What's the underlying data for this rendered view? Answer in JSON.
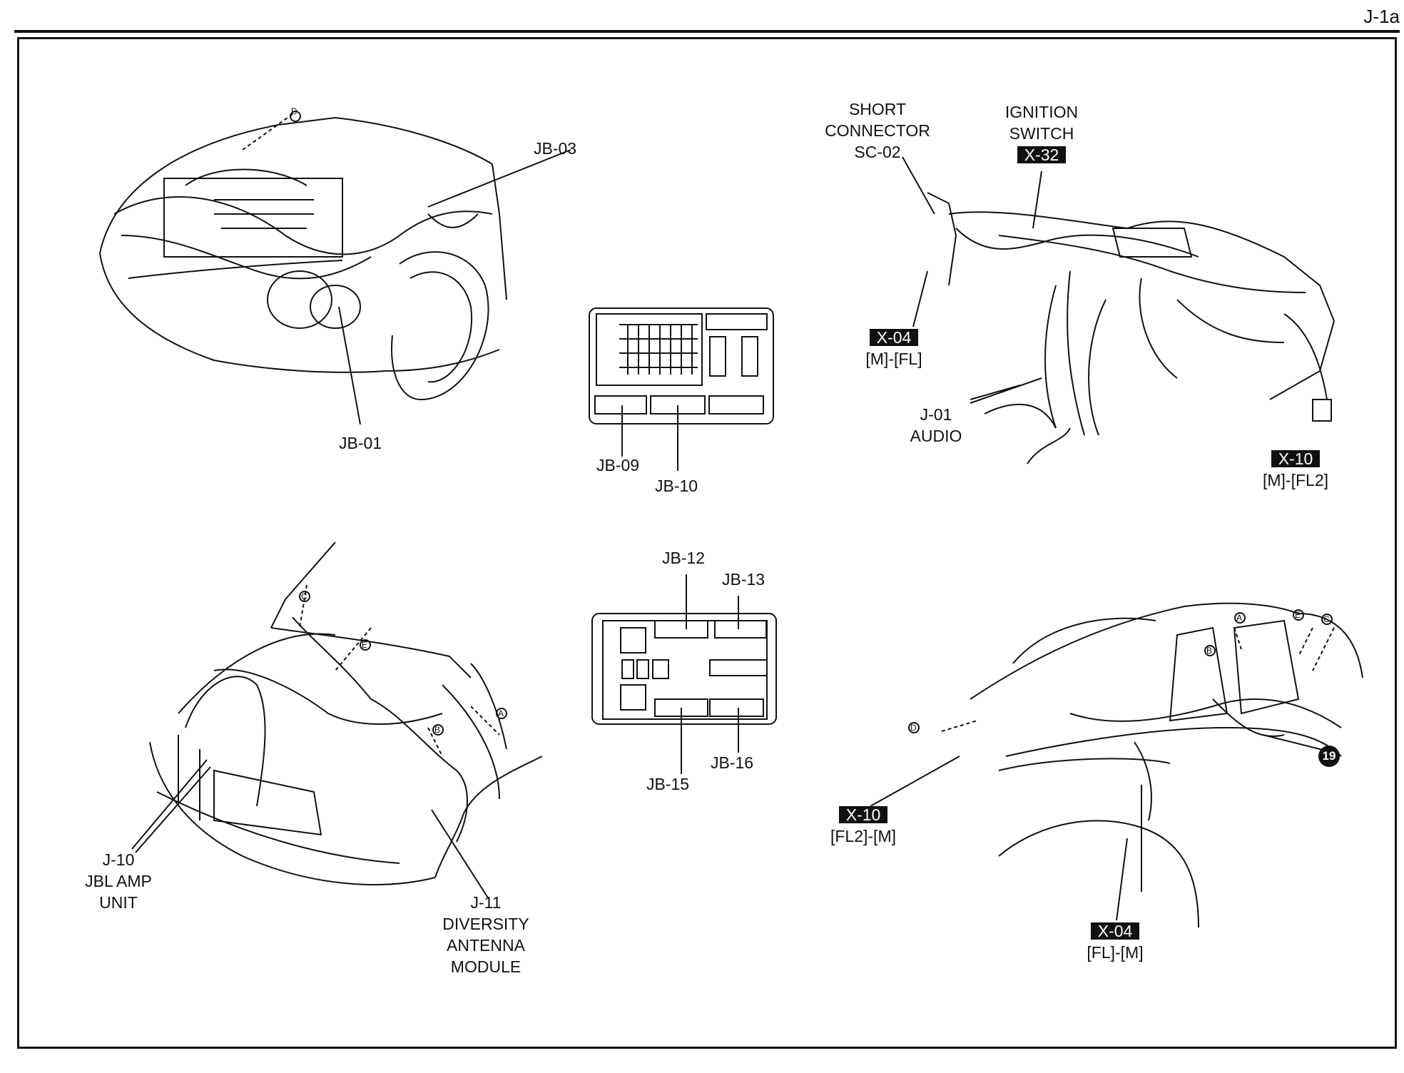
{
  "page_id": "J-1a",
  "labels": {
    "jb03": "JB-03",
    "jb01": "JB-01",
    "jb09": "JB-09",
    "jb10": "JB-10",
    "jb12": "JB-12",
    "jb13": "JB-13",
    "jb15": "JB-15",
    "jb16": "JB-16",
    "short_connector": [
      "SHORT",
      "CONNECTOR",
      "SC-02"
    ],
    "ignition_switch": [
      "IGNITION",
      "SWITCH"
    ],
    "x32": "X-32",
    "x04_top": "X-04",
    "x04_top_sub": "[M]-[FL]",
    "j01": [
      "J-01",
      "AUDIO"
    ],
    "x10_top": "X-10",
    "x10_top_sub": "[M]-[FL2]",
    "j10": [
      "J-10",
      "JBL AMP",
      "UNIT"
    ],
    "j11": [
      "J-11",
      "DIVERSITY",
      "ANTENNA",
      "MODULE"
    ],
    "x10_bottom": "X-10",
    "x10_bottom_sub": "[FL2]-[M]",
    "x04_bottom": "X-04",
    "x04_bottom_sub": "[FL]-[M]",
    "ref_19": "19"
  },
  "callout_markers": {
    "front_engine": [
      "D"
    ],
    "rear_trunk": [
      "C",
      "E",
      "B",
      "A"
    ],
    "side_car": [
      "A",
      "E",
      "C",
      "B",
      "D"
    ]
  }
}
